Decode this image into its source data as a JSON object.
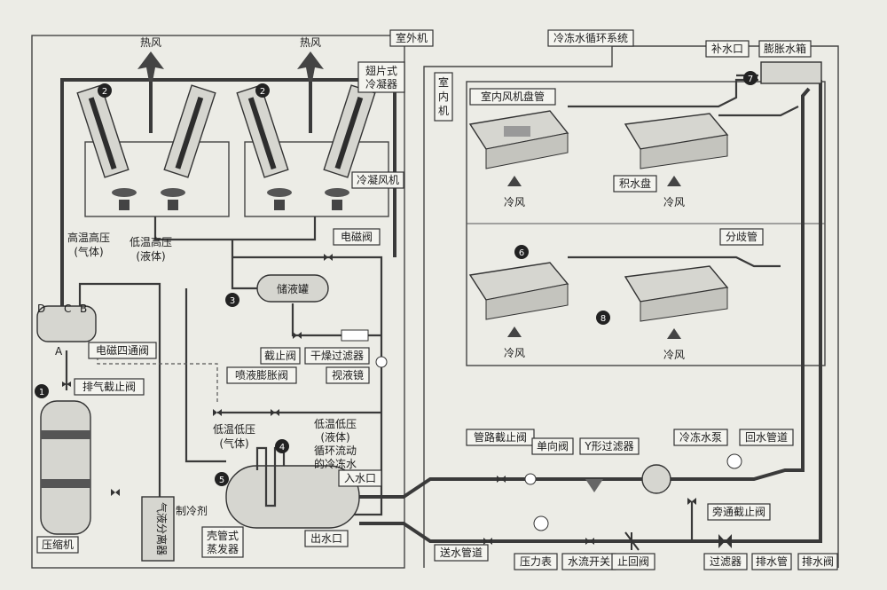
{
  "labels": {
    "outdoor_unit": "室外机",
    "indoor_unit_1": "室",
    "indoor_unit_2": "内",
    "indoor_unit_3": "机",
    "chilled_water_system": "冷冻水循环系统",
    "hot_air_left": "热风",
    "hot_air_right": "热风",
    "finned_condenser_1": "翅片式",
    "finned_condenser_2": "冷凝器",
    "condenser_fan": "冷凝风机",
    "hthp_gas_1": "高温高压",
    "hthp_gas_2": "(气体)",
    "lthp_liquid_1": "低温高压",
    "lthp_liquid_2": "(液体)",
    "solenoid_valve": "电磁阀",
    "receiver": "储液罐",
    "four_way_valve": "电磁四通阀",
    "exhaust_stop_valve": "排气截止阀",
    "shutoff_valve": "截止阀",
    "dryer_filter": "干燥过滤器",
    "sight_glass": "视液镜",
    "expansion_valve": "喷液膨胀阀",
    "ltlp_gas_1": "低温低压",
    "ltlp_gas_2": "(气体)",
    "ltlp_liquid_1": "低温低压",
    "ltlp_liquid_2": "(液体)",
    "circulating_water_1": "循环流动",
    "circulating_water_2": "的冷冻水",
    "water_inlet": "入水口",
    "water_outlet": "出水口",
    "refrigerant": "制冷剂",
    "shell_tube_1": "壳管式",
    "shell_tube_2": "蒸发器",
    "compressor": "压缩机",
    "gas_liquid_separator": "气液分离器",
    "make_up_water": "补水口",
    "expansion_tank": "膨胀水箱",
    "fan_coil": "室内风机盘管",
    "drip_tray": "积水盘",
    "cold_air_1": "冷风",
    "cold_air_2": "冷风",
    "cold_air_3": "冷风",
    "cold_air_4": "冷风",
    "branch_pipe": "分歧管",
    "pipe_stop_valve": "管路截止阀",
    "check_valve": "单向阀",
    "y_filter": "Y形过滤器",
    "chilled_pump": "冷冻水泵",
    "return_pipe": "回水管道",
    "bypass_valve": "旁通截止阀",
    "supply_pipe": "送水管道",
    "pressure_gauge": "压力表",
    "flow_switch": "水流开关",
    "stop_check_valve": "止回阀",
    "filter": "过滤器",
    "drain_pipe": "排水管",
    "drain_valve": "排水阀",
    "port_a": "A",
    "port_b": "B",
    "port_c": "C",
    "port_d": "D"
  },
  "markers": {
    "m1": "1",
    "m2a": "2",
    "m2b": "2",
    "m3": "3",
    "m4": "4",
    "m5": "5",
    "m6": "6",
    "m7": "7",
    "m8": "8"
  },
  "colors": {
    "paper": "#ecece6",
    "line": "#3a3a3a",
    "unit_fill": "#d6d6d0"
  }
}
